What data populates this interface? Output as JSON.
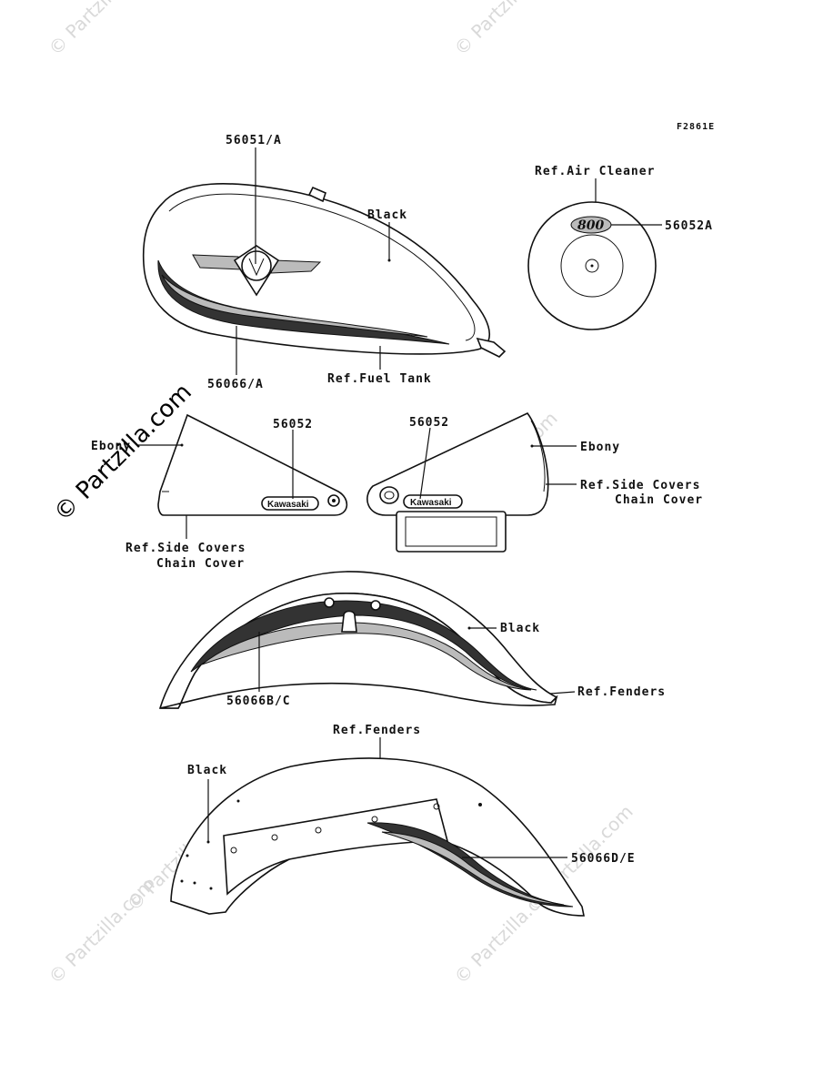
{
  "figure_id": "F2861E",
  "watermark": "© Partzilla.com",
  "emblem_text": "Kawasaki",
  "air_cleaner_badge": "800",
  "labels": {
    "tank_part": "56051/A",
    "tank_color": "Black",
    "tank_stripe": "56066/A",
    "tank_ref": "Ref.Fuel Tank",
    "air_ref": "Ref.Air Cleaner",
    "air_part": "56052A",
    "left_cover_color": "Ebony",
    "left_cover_part": "56052",
    "left_cover_ref_1": "Ref.Side Covers",
    "left_cover_ref_2": "Chain Cover",
    "right_cover_part": "56052",
    "right_cover_color": "Ebony",
    "right_cover_ref_1": "Ref.Side Covers",
    "right_cover_ref_2": "Chain Cover",
    "front_fender_color": "Black",
    "front_fender_part": "56066B/C",
    "front_fender_ref": "Ref.Fenders",
    "rear_fender_ref": "Ref.Fenders",
    "rear_fender_color": "Black",
    "rear_fender_part": "56066D/E"
  }
}
